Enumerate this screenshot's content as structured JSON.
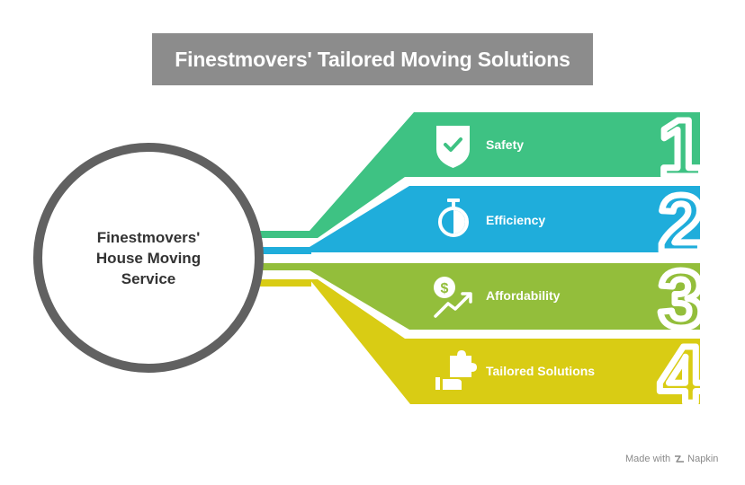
{
  "title": "Finestmovers' Tailored Moving Solutions",
  "center": {
    "lines": [
      "Finestmovers'",
      "House Moving",
      "Service"
    ]
  },
  "items": [
    {
      "number": "1",
      "label": "Safety",
      "icon": "shield-check-icon",
      "color": "#3ec283"
    },
    {
      "number": "2",
      "label": "Efficiency",
      "icon": "stopwatch-icon",
      "color": "#1faddb"
    },
    {
      "number": "3",
      "label": "Affordability",
      "icon": "dollar-growth-icon",
      "color": "#93be3b"
    },
    {
      "number": "4",
      "label": "Tailored Solutions",
      "icon": "puzzle-hand-icon",
      "color": "#d9cc14"
    }
  ],
  "footer": {
    "made_with": "Made with",
    "brand": "Napkin"
  }
}
